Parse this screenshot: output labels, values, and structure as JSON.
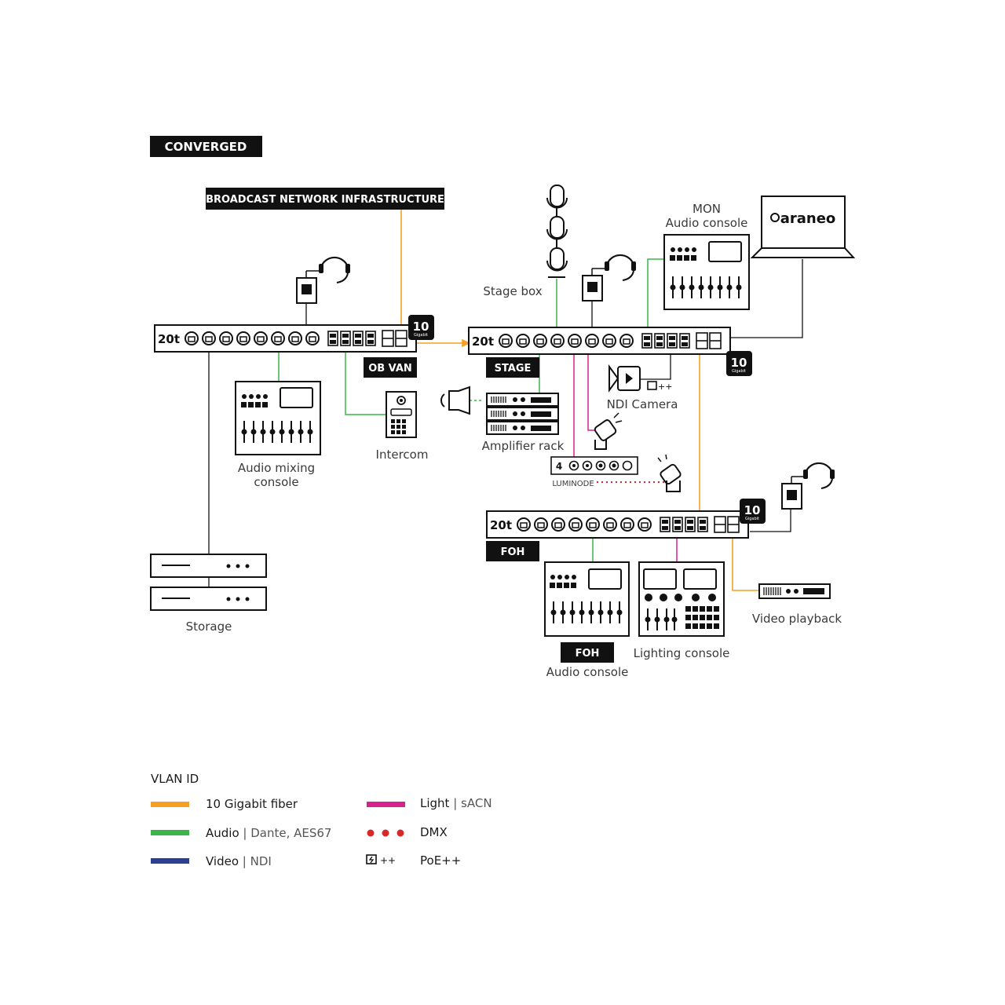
{
  "title": "CONVERGED",
  "broadcast": "BROADCAST NETWORK INFRASTRUCTURE",
  "switches": {
    "model": "20t",
    "badge_num": "10",
    "badge_sub": "Gigabit",
    "obvan": "OB VAN",
    "stage": "STAGE",
    "foh": "FOH"
  },
  "devices": {
    "stage_box": "Stage box",
    "mon_console_1": "MON",
    "mon_console_2": "Audio console",
    "brand": "araneo",
    "ndi_camera": "NDI Camera",
    "poe_mark": "++",
    "amplifier_rack": "Amplifier rack",
    "intercom": "Intercom",
    "audio_mixing_1": "Audio mixing",
    "audio_mixing_2": "console",
    "luminode_num": "4",
    "luminode": "LUMINODE",
    "storage": "Storage",
    "foh_tag": "FOH",
    "foh_audio": "Audio console",
    "lighting_console": "Lighting console",
    "video_playback": "Video playback"
  },
  "legend": {
    "title": "VLAN ID",
    "items": [
      {
        "label": "10 Gigabit fiber",
        "sub": "",
        "color": "#f5a023"
      },
      {
        "label": "Audio",
        "sub": " | Dante, AES67",
        "color": "#3bb54a"
      },
      {
        "label": "Video",
        "sub": " | NDI",
        "color": "#2b3f93"
      },
      {
        "label": "Light",
        "sub": " | sACN",
        "color": "#d6228f"
      },
      {
        "label": "DMX",
        "sub": "",
        "color": "#d62a2a"
      },
      {
        "label": "PoE++",
        "sub": "",
        "color": "#111111"
      }
    ]
  },
  "colors": {
    "fiber": "#f5a023",
    "audio": "#3bb54a",
    "video": "#2b3f93",
    "light": "#d6228f",
    "dmx": "#d62a2a"
  }
}
